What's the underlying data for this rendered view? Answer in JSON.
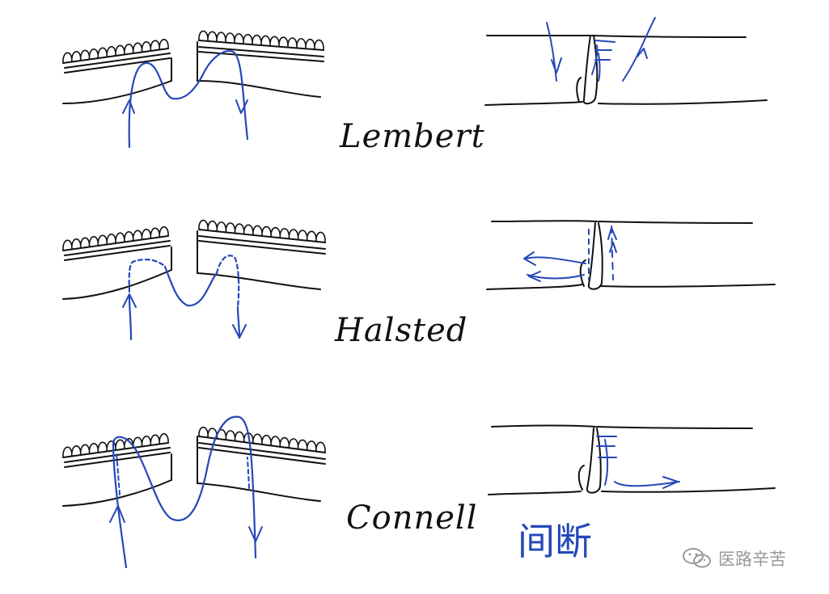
{
  "labels": {
    "lembert": "Lembert",
    "halsted": "Halsted",
    "connell": "Connell"
  },
  "handwritten_note": "间断",
  "watermark": {
    "text": "医路辛苦",
    "icon": "wechat-icon"
  },
  "colors": {
    "ink": "#111111",
    "suture": "#2448b8",
    "watermark": "#9a9a9a",
    "background": "#ffffff"
  }
}
